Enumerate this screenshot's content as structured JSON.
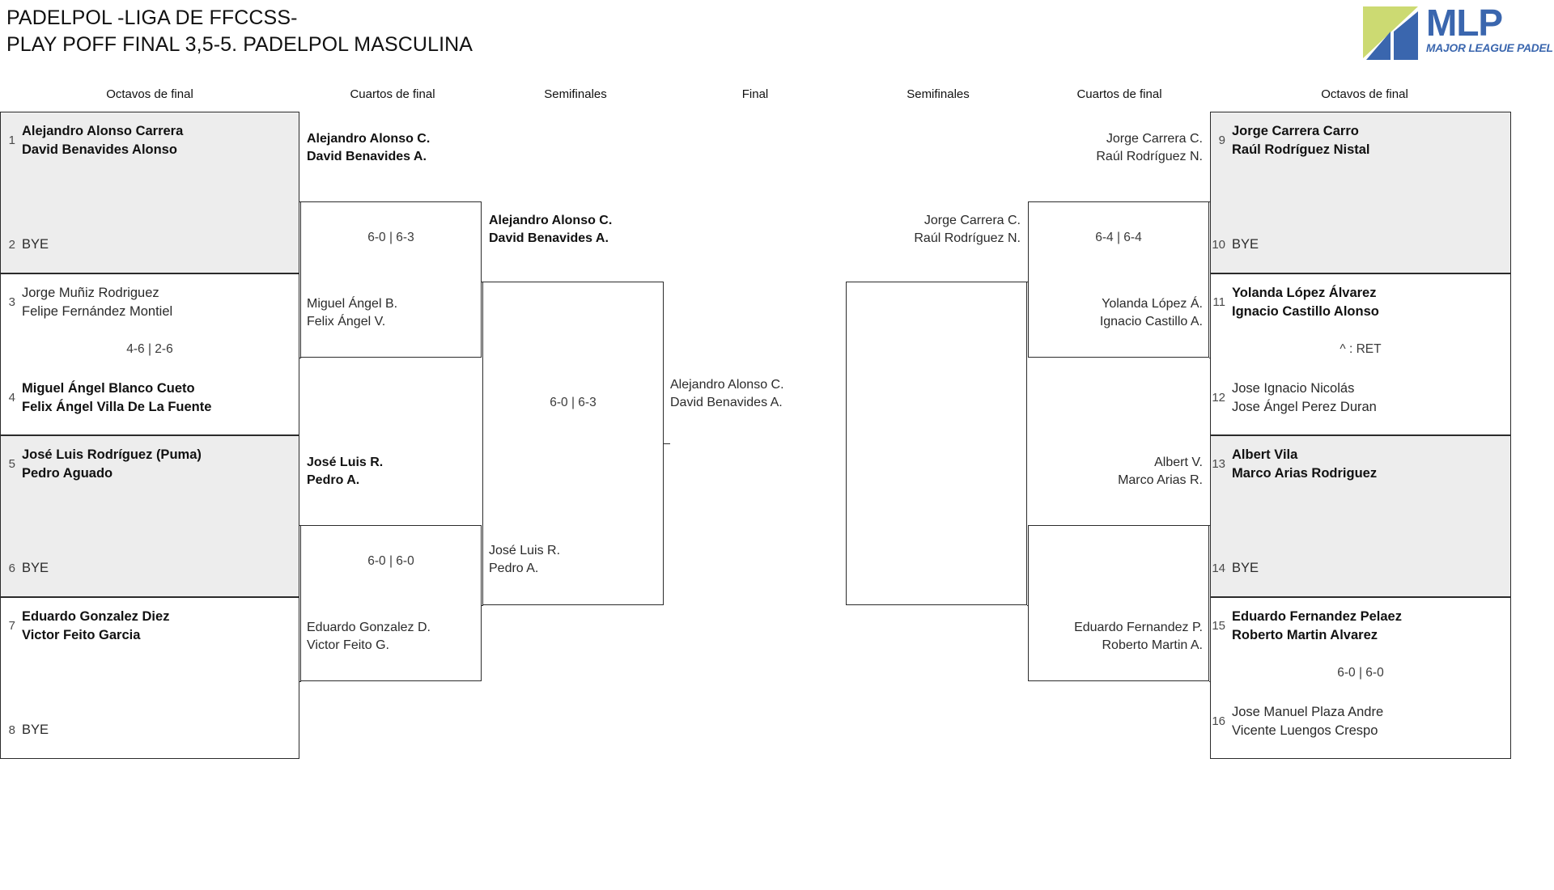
{
  "header": {
    "line1": "PADELPOL -LIGA DE FFCCSS-",
    "line2": "PLAY POFF FINAL 3,5-5. PADELPOL MASCULINA"
  },
  "logo": {
    "mark_name": "mlp-triangle-mark",
    "wordmark": "MLP",
    "tagline": "MAJOR LEAGUE PADEL",
    "blue": "#3a66ae",
    "green": "#ccda72"
  },
  "round_headers": {
    "left_r16": "Octavos de final",
    "left_qf": "Cuartos de final",
    "left_sf": "Semifinales",
    "final": "Final",
    "right_sf": "Semifinales",
    "right_qf": "Cuartos de final",
    "right_r16": "Octavos de final"
  },
  "left": {
    "r16": [
      {
        "shaded": true,
        "top": {
          "seed": "1",
          "line1": "Alejandro Alonso Carrera",
          "line2": "David Benavides Alonso",
          "winner": true
        },
        "bottom": {
          "seed": "2",
          "line1": "BYE",
          "line2": "",
          "winner": false
        },
        "score": ""
      },
      {
        "shaded": false,
        "top": {
          "seed": "3",
          "line1": "Jorge Muñiz Rodriguez",
          "line2": "Felipe Fernández Montiel",
          "winner": false
        },
        "bottom": {
          "seed": "4",
          "line1": "Miguel Ángel Blanco Cueto",
          "line2": "Felix Ángel Villa De La Fuente",
          "winner": true
        },
        "score": "4-6 | 2-6"
      },
      {
        "shaded": true,
        "top": {
          "seed": "5",
          "line1": "José Luis Rodríguez (Puma)",
          "line2": "Pedro Aguado",
          "winner": true
        },
        "bottom": {
          "seed": "6",
          "line1": "BYE",
          "line2": "",
          "winner": false
        },
        "score": ""
      },
      {
        "shaded": false,
        "top": {
          "seed": "7",
          "line1": "Eduardo Gonzalez Diez",
          "line2": "Victor Feito Garcia",
          "winner": true
        },
        "bottom": {
          "seed": "8",
          "line1": "BYE",
          "line2": "",
          "winner": false
        },
        "score": ""
      }
    ],
    "qf": [
      {
        "winner_line1": "Alejandro Alonso C.",
        "winner_line2": "David Benavides A.",
        "loser_line1": "Miguel Ángel B.",
        "loser_line2": "Felix Ángel V.",
        "score": "6-0 | 6-3"
      },
      {
        "winner_line1": "José Luis R.",
        "winner_line2": "Pedro A.",
        "loser_line1": "Eduardo Gonzalez D.",
        "loser_line2": "Victor Feito G.",
        "score": "6-0 | 6-0"
      }
    ],
    "sf": [
      {
        "winner_line1": "Alejandro Alonso C.",
        "winner_line2": "David Benavides A.",
        "loser_line1": "José Luis R.",
        "loser_line2": "Pedro A.",
        "score": "6-0 | 6-3"
      }
    ]
  },
  "final": {
    "line1": "Alejandro Alonso C.",
    "line2": "David Benavides A.",
    "winner": false
  },
  "right": {
    "r16": [
      {
        "shaded": true,
        "top": {
          "seed": "9",
          "line1": "Jorge Carrera Carro",
          "line2": "Raúl Rodríguez Nistal",
          "winner": true
        },
        "bottom": {
          "seed": "10",
          "line1": "BYE",
          "line2": "",
          "winner": false
        },
        "score": ""
      },
      {
        "shaded": false,
        "top": {
          "seed": "11",
          "line1": "Yolanda López Álvarez",
          "line2": "Ignacio Castillo Alonso",
          "winner": true
        },
        "bottom": {
          "seed": "12",
          "line1": "Jose Ignacio Nicolás",
          "line2": "Jose Ángel Perez Duran",
          "winner": false
        },
        "score": "^ : RET"
      },
      {
        "shaded": true,
        "top": {
          "seed": "13",
          "line1": "Albert Vila",
          "line2": "Marco Arias Rodriguez",
          "winner": true
        },
        "bottom": {
          "seed": "14",
          "line1": "BYE",
          "line2": "",
          "winner": false
        },
        "score": ""
      },
      {
        "shaded": false,
        "top": {
          "seed": "15",
          "line1": "Eduardo Fernandez Pelaez",
          "line2": "Roberto Martin Alvarez",
          "winner": true
        },
        "bottom": {
          "seed": "16",
          "line1": "Jose Manuel Plaza Andre",
          "line2": "Vicente Luengos Crespo",
          "winner": false
        },
        "score": "6-0 | 6-0"
      }
    ],
    "qf": [
      {
        "winner_line1": "Jorge Carrera C.",
        "winner_line2": "Raúl Rodríguez N.",
        "loser_line1": "Yolanda López Á.",
        "loser_line2": "Ignacio Castillo A.",
        "score": "6-4 | 6-4"
      },
      {
        "winner_line1": "Albert V.",
        "winner_line2": "Marco Arias R.",
        "loser_line1": "Eduardo Fernandez P.",
        "loser_line2": "Roberto Martin A.",
        "score": ""
      }
    ],
    "sf": [
      {
        "winner_line1": "Jorge Carrera C.",
        "winner_line2": "Raúl Rodríguez N.",
        "score": ""
      }
    ]
  }
}
